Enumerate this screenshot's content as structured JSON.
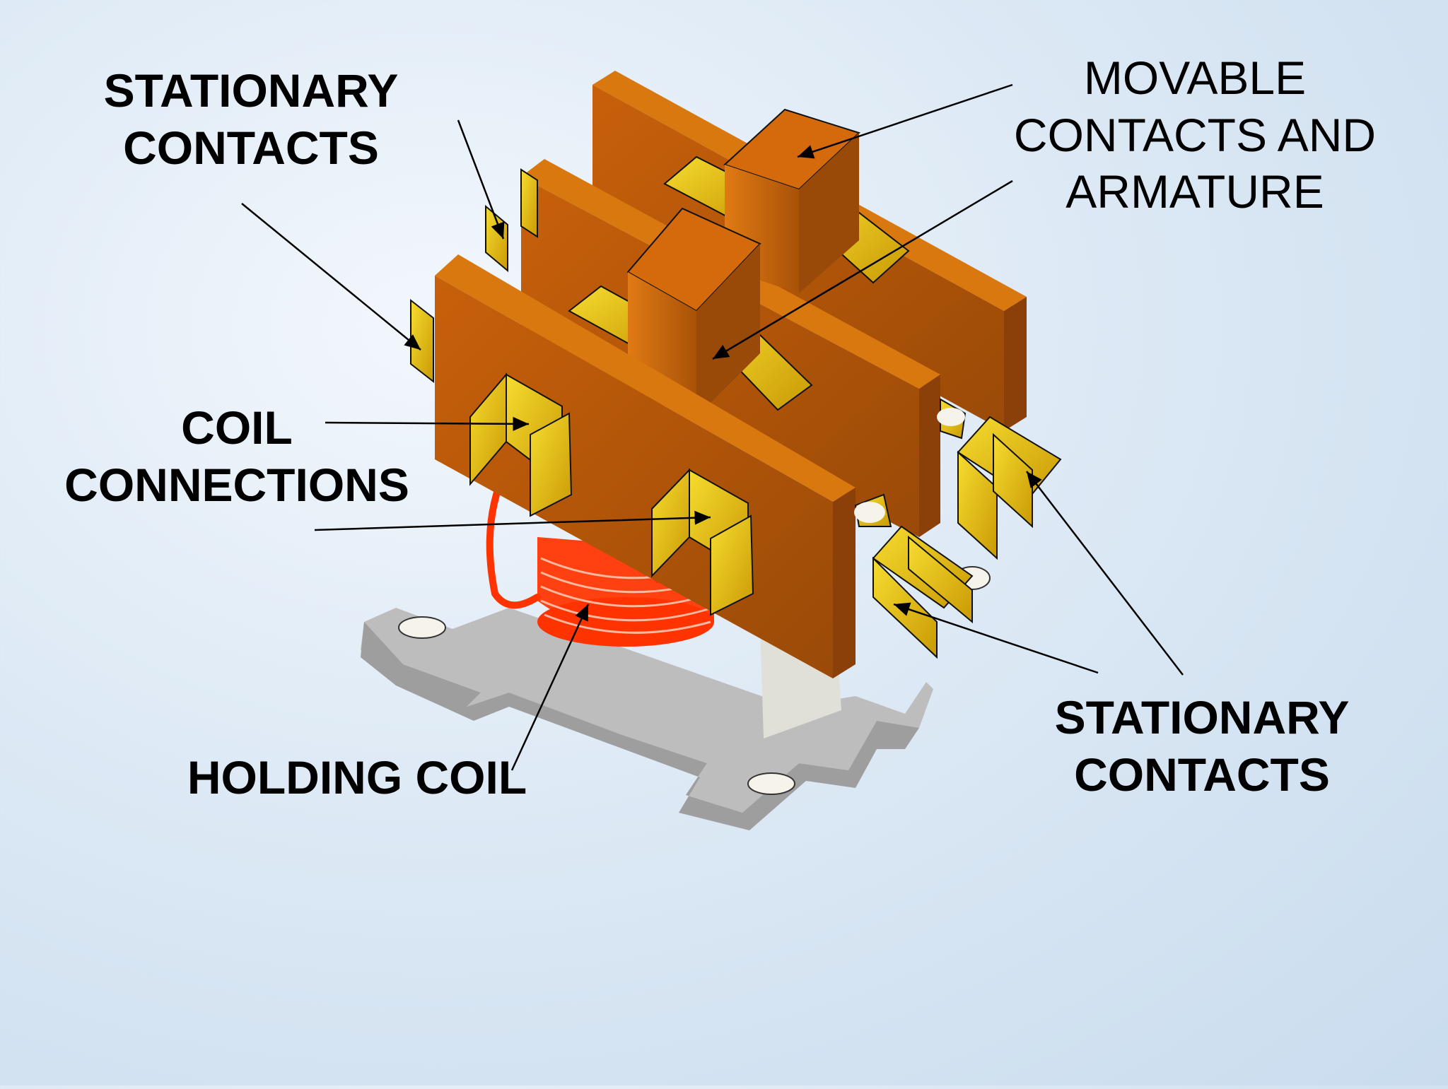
{
  "labels": {
    "stationary_contacts_top": [
      "STATIONARY",
      "CONTACTS"
    ],
    "movable_contacts": [
      "MOVABLE",
      "CONTACTS AND",
      "ARMATURE"
    ],
    "coil_connections": [
      "COIL",
      "CONNECTIONS"
    ],
    "holding_coil": "HOLDING COIL",
    "stationary_contacts_bottom": [
      "STATIONARY",
      "CONTACTS"
    ]
  },
  "colors": {
    "copper": "#c8600a",
    "copper_dark": "#8a4008",
    "copper_light": "#d9780f",
    "brass": "#e8c010",
    "coil": "#ff3300",
    "base": "#c0c0c0"
  }
}
